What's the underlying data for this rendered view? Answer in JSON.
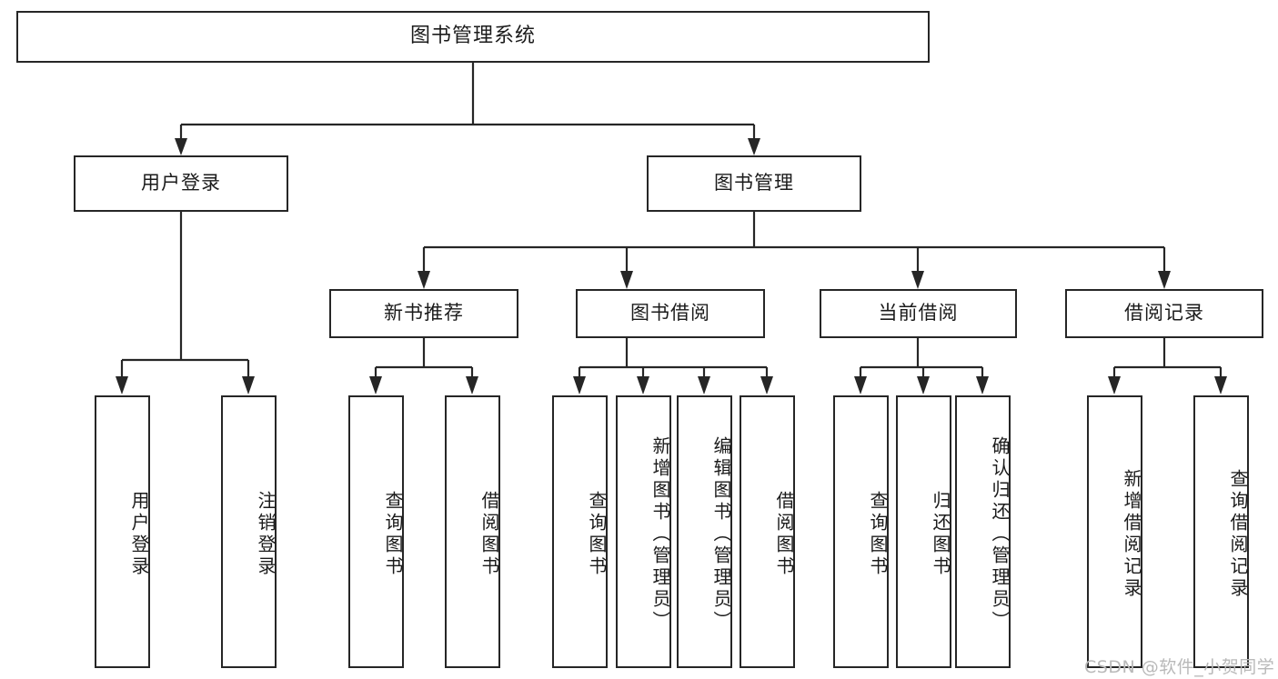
{
  "diagram": {
    "title": "图书管理系统",
    "type": "tree-hierarchy-chart",
    "colors": {
      "stroke": "#262626",
      "fill": "#ffffff",
      "text": "#1b1b1b",
      "watermark": "#b9b9b9"
    },
    "root": {
      "label": "图书管理系统"
    },
    "level2": [
      {
        "label": "用户登录"
      },
      {
        "label": "图书管理"
      }
    ],
    "level3": [
      {
        "label": "新书推荐"
      },
      {
        "label": "图书借阅"
      },
      {
        "label": "当前借阅"
      },
      {
        "label": "借阅记录"
      }
    ],
    "leaves": {
      "user_login": [
        {
          "label": "用户登录"
        },
        {
          "label": "注销登录"
        }
      ],
      "new_book_recommend": [
        {
          "label": "查询图书"
        },
        {
          "label": "借阅图书"
        }
      ],
      "book_borrow": [
        {
          "label": "查询图书"
        },
        {
          "label": "新增图书（管理员）"
        },
        {
          "label": "编辑图书（管理员）"
        },
        {
          "label": "借阅图书"
        }
      ],
      "current_borrow": [
        {
          "label": "查询图书"
        },
        {
          "label": "归还图书"
        },
        {
          "label": "确认归还（管理员）"
        }
      ],
      "borrow_record": [
        {
          "label": "新增借阅记录"
        },
        {
          "label": "查询借阅记录"
        }
      ]
    },
    "watermark": "CSDN @软件_小贺同学"
  }
}
